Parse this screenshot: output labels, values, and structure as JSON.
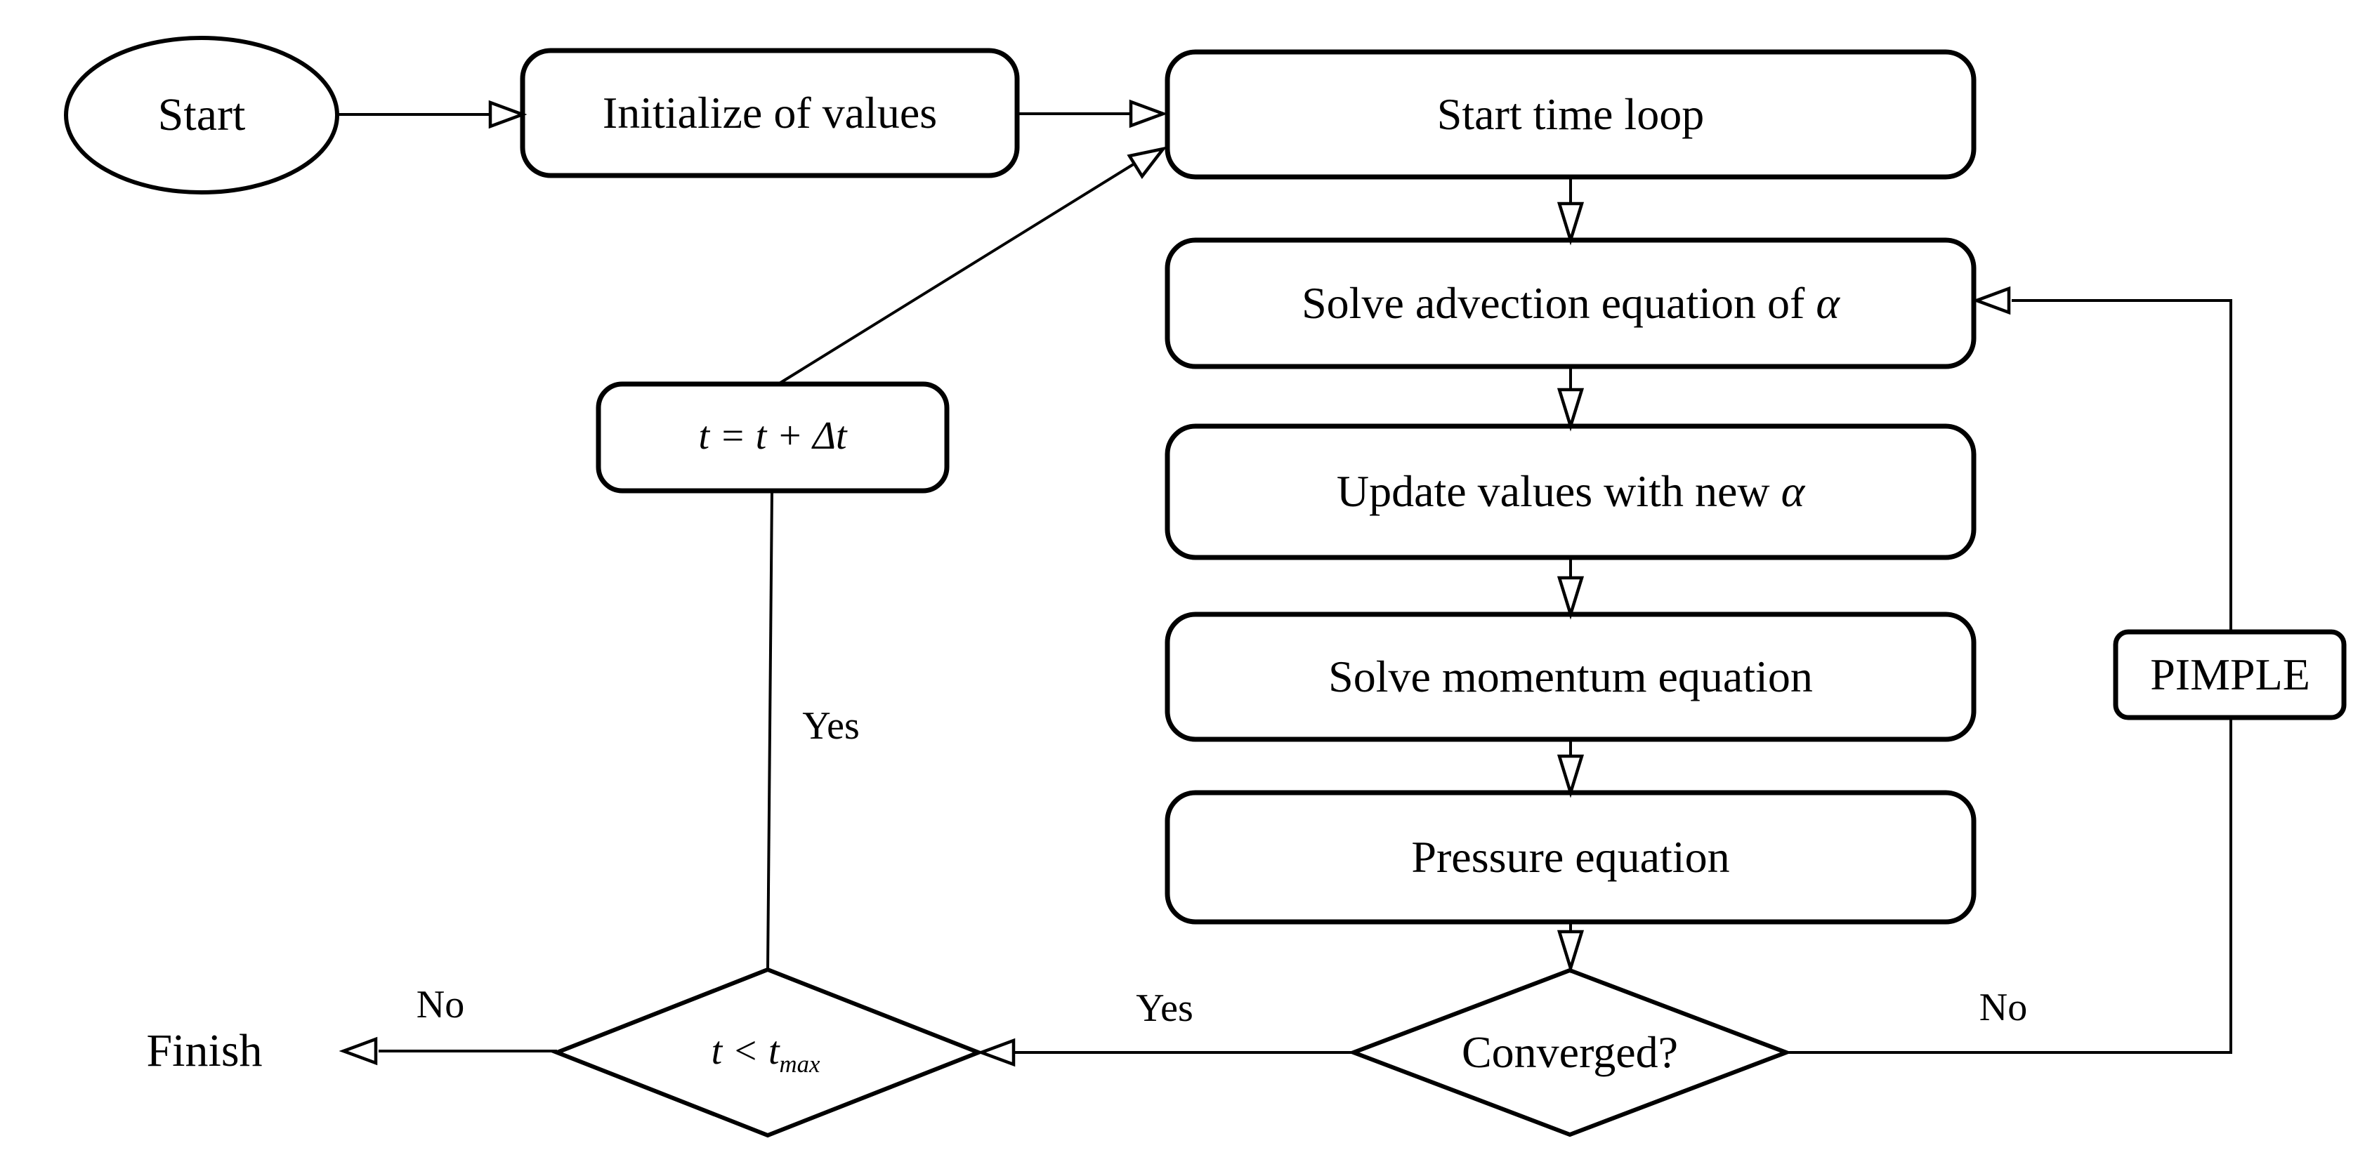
{
  "colors": {
    "line": "#000000",
    "fill": "#ffffff",
    "text": "#000000",
    "background": "#ffffff"
  },
  "nodes": {
    "start": {
      "label": "Start"
    },
    "initialize": {
      "label": "Initialize of values"
    },
    "time_loop": {
      "label": "Start time loop"
    },
    "advection": {
      "text": "Solve advection equation of ",
      "symbol": "α"
    },
    "update": {
      "text": "Update values with new ",
      "symbol": "α"
    },
    "momentum": {
      "label": "Solve momentum equation"
    },
    "pressure": {
      "label": "Pressure equation"
    },
    "converged": {
      "label": "Converged?"
    },
    "time_increment": {
      "label": "t = t + Δt"
    },
    "time_check": {
      "main": "t < t",
      "subscript": "max"
    },
    "pimple": {
      "label": "PIMPLE"
    },
    "finish": {
      "label": "Finish"
    }
  },
  "edge_labels": {
    "time_check_yes": "Yes",
    "time_check_no": "No",
    "converged_yes": "Yes",
    "converged_no": "No"
  }
}
